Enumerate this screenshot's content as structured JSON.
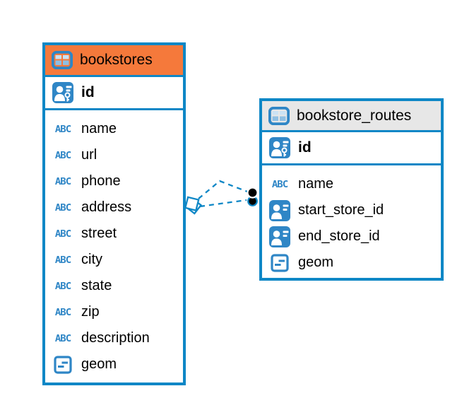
{
  "colors": {
    "table_border": "#0E87C6",
    "relation_line": "#0E87C6",
    "bookstores_header": "#F5793B",
    "bookstore_routes_header": "#E7E7E7",
    "icon_blue": "#2F86C6",
    "text": "#000000",
    "endpoint_dot": "#000000"
  },
  "icon_labels": {
    "text_type": "ABC"
  },
  "tables": [
    {
      "name": "bookstores",
      "columns": [
        {
          "name": "id",
          "type": "primary-key"
        },
        {
          "name": "name",
          "type": "text"
        },
        {
          "name": "url",
          "type": "text"
        },
        {
          "name": "phone",
          "type": "text"
        },
        {
          "name": "address",
          "type": "text"
        },
        {
          "name": "street",
          "type": "text"
        },
        {
          "name": "city",
          "type": "text"
        },
        {
          "name": "state",
          "type": "text"
        },
        {
          "name": "zip",
          "type": "text"
        },
        {
          "name": "description",
          "type": "text"
        },
        {
          "name": "geom",
          "type": "geometry"
        }
      ]
    },
    {
      "name": "bookstore_routes",
      "columns": [
        {
          "name": "id",
          "type": "primary-key"
        },
        {
          "name": "name",
          "type": "text"
        },
        {
          "name": "start_store_id",
          "type": "reference"
        },
        {
          "name": "end_store_id",
          "type": "reference"
        },
        {
          "name": "geom",
          "type": "geometry"
        }
      ]
    }
  ],
  "relationships": [
    {
      "between": [
        "bookstores",
        "bookstore_routes"
      ],
      "line_style": "dashed",
      "start_marker": "rotated-square",
      "end_marker": "dot"
    },
    {
      "between": [
        "bookstores",
        "bookstore_routes"
      ],
      "line_style": "dashed",
      "start_marker": "rotated-square",
      "end_marker": "dot"
    }
  ]
}
